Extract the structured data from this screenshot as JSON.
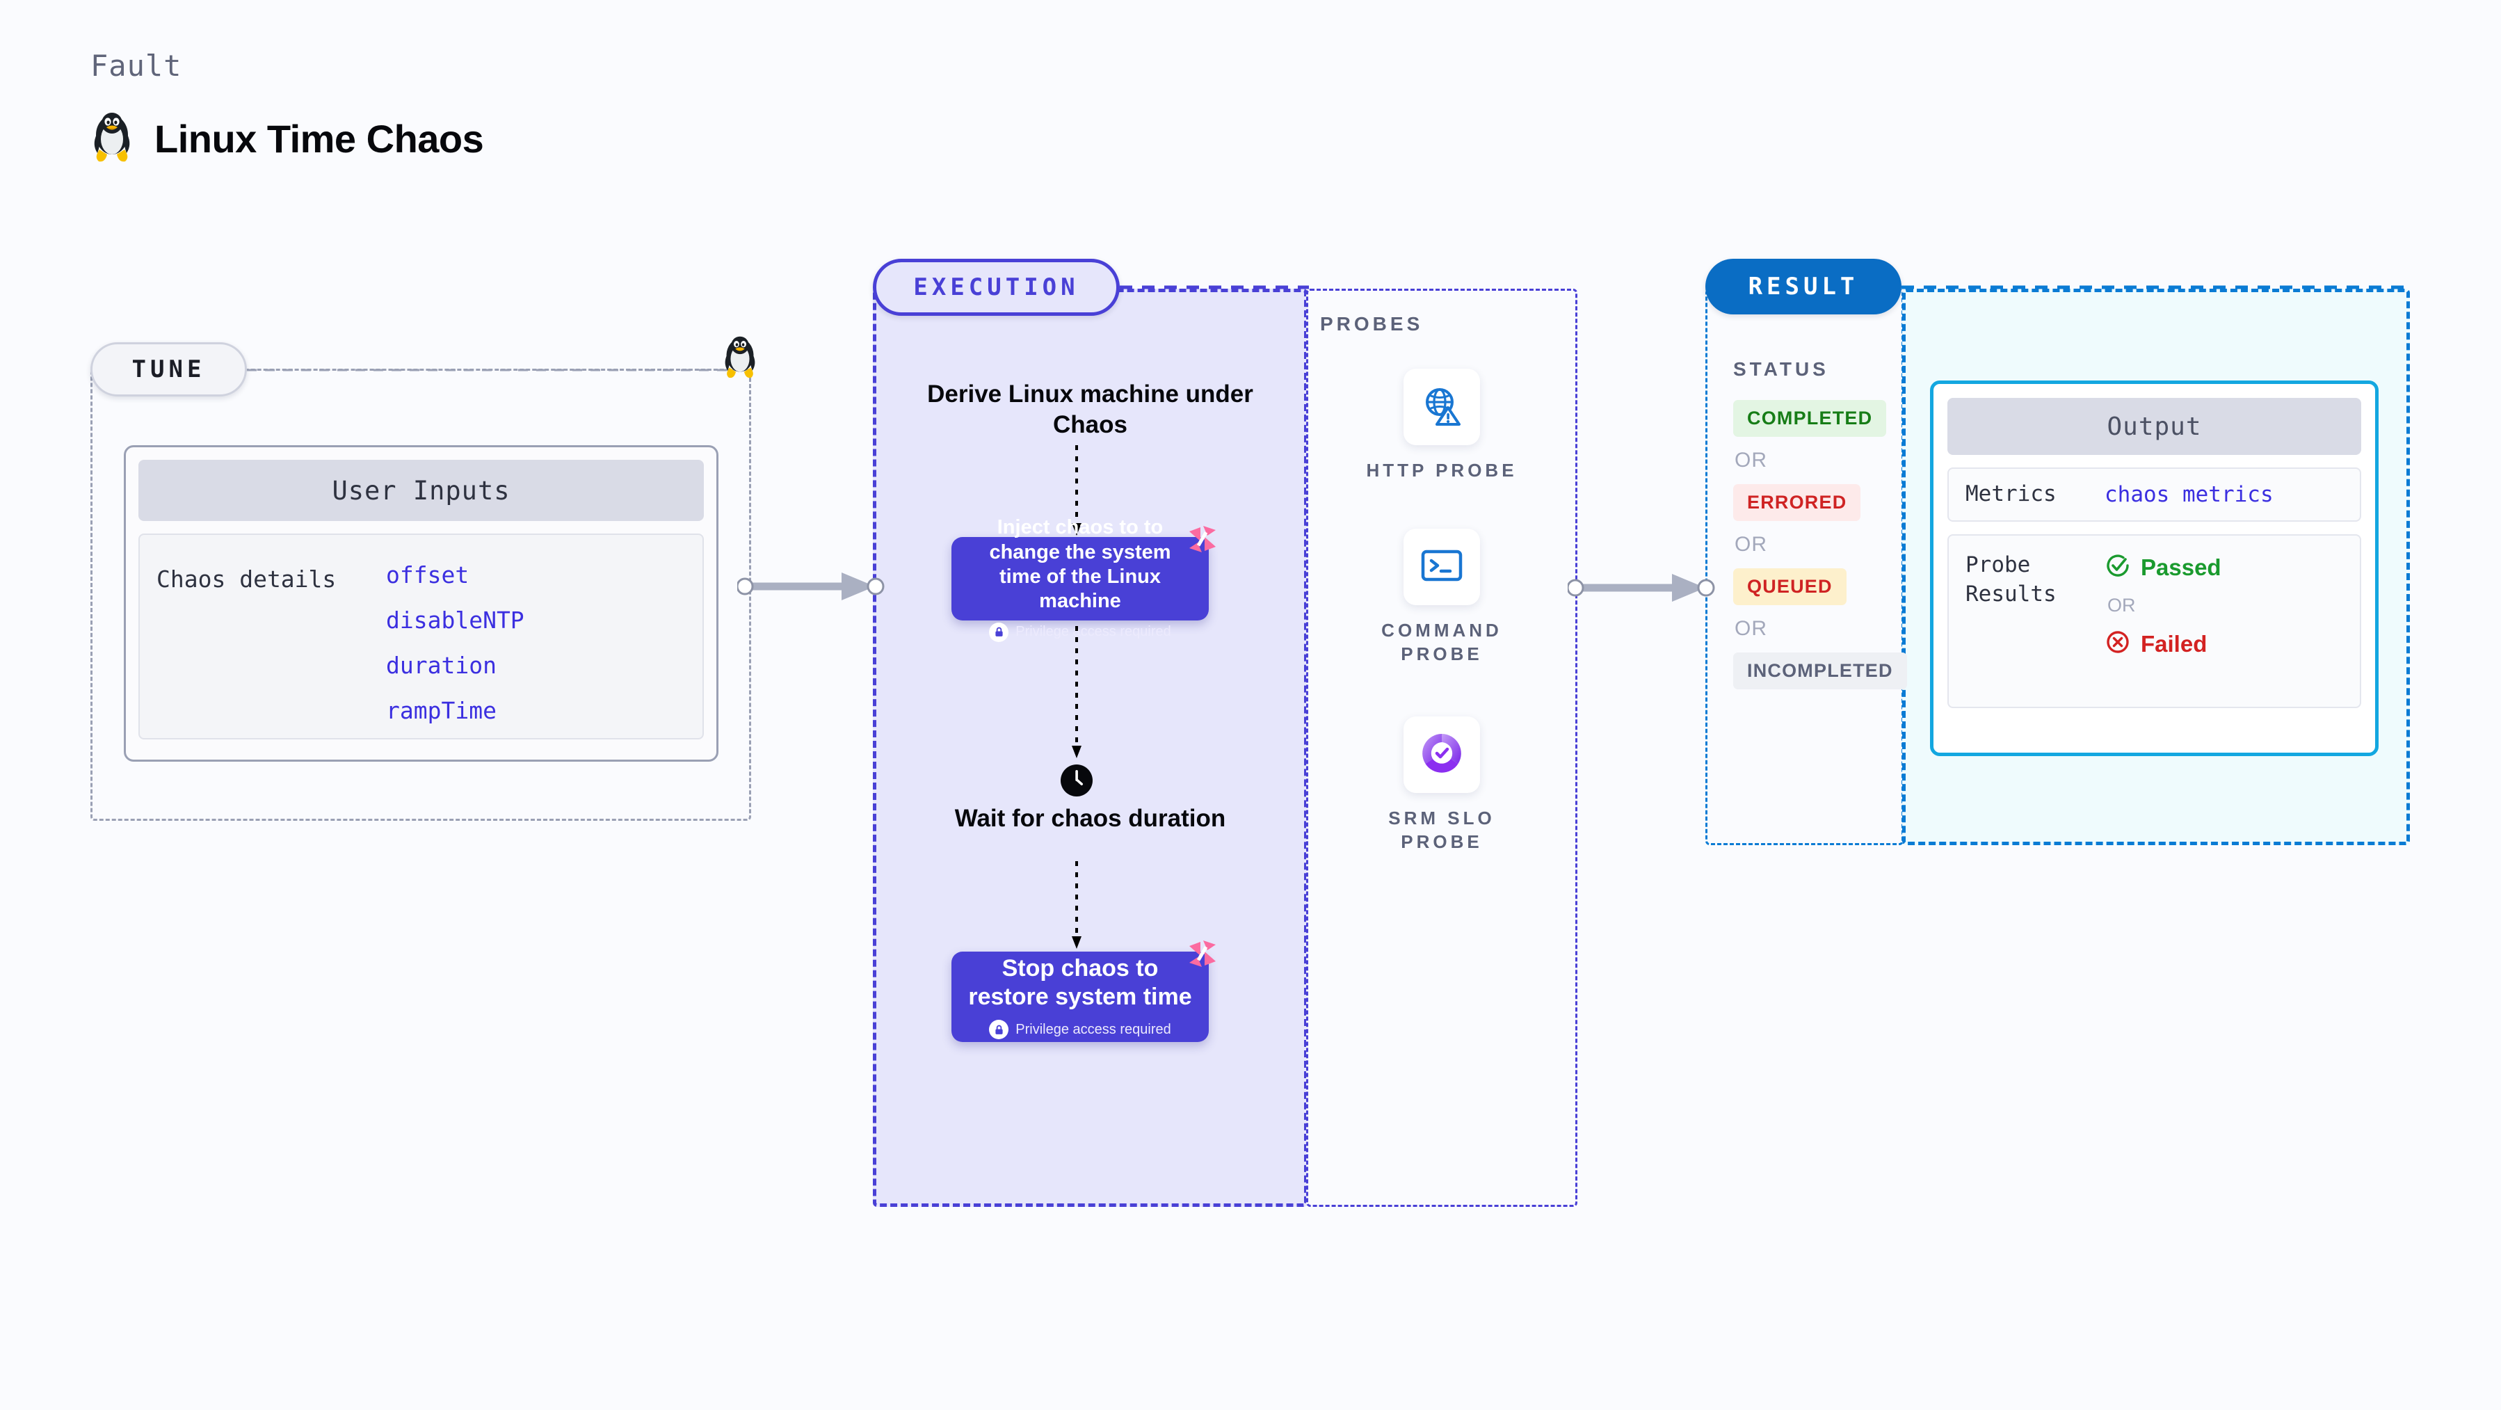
{
  "header": {
    "kicker": "Fault",
    "title": "Linux Time Chaos",
    "logo_icon": "tux-penguin-icon"
  },
  "tune": {
    "badge": "TUNE",
    "card_header": "User Inputs",
    "details_label": "Chaos details",
    "params": [
      "offset",
      "disableNTP",
      "duration",
      "rampTime"
    ]
  },
  "execution": {
    "badge": "EXECUTION",
    "step_title": "Derive Linux machine under Chaos",
    "inject_box": {
      "text": "Inject chaos to to change the system time of the Linux machine",
      "privilege_note": "Privilege access required",
      "lock_icon": "lock-icon",
      "corner_icon": "harness-logo-icon"
    },
    "wait_step": {
      "icon": "clock-icon",
      "label": "Wait for chaos duration"
    },
    "stop_box": {
      "text": "Stop chaos to restore system time",
      "privilege_note": "Privilege access required",
      "lock_icon": "lock-icon",
      "corner_icon": "harness-logo-icon"
    }
  },
  "probes": {
    "section_label": "PROBES",
    "items": [
      {
        "caption": "HTTP PROBE",
        "icon": "globe-warning-icon"
      },
      {
        "caption": "COMMAND PROBE",
        "icon": "terminal-icon"
      },
      {
        "caption": "SRM SLO PROBE",
        "icon": "slo-donut-check-icon"
      }
    ]
  },
  "result": {
    "badge": "RESULT",
    "status_label": "STATUS",
    "or_text": "OR",
    "statuses": [
      {
        "label": "COMPLETED",
        "bg": "#e3f5e3",
        "fg": "#177d17"
      },
      {
        "label": "ERRORED",
        "bg": "#fdeaea",
        "fg": "#cf2323"
      },
      {
        "label": "QUEUED",
        "bg": "#fdf0cc",
        "fg": "#cf2323"
      },
      {
        "label": "INCOMPLETED",
        "bg": "#eef0f4",
        "fg": "#5c6279"
      }
    ],
    "output": {
      "header": "Output",
      "metrics_key": "Metrics",
      "metrics_value": "chaos metrics",
      "probe_key": "Probe Results",
      "passed_label": "Passed",
      "failed_label": "Failed",
      "or_text": "OR",
      "passed_icon": "check-circle-icon",
      "failed_icon": "x-circle-icon"
    }
  },
  "colors": {
    "page_bg": "#fafbfe",
    "execution_accent": "#4940d6",
    "execution_fill": "#e6e6fb",
    "result_accent": "#0a6dc4",
    "output_accent": "#13a7e0",
    "output_fill": "#effbfd",
    "tune_dash": "#9aa0b4",
    "param_text": "#3b2fe0",
    "connector": "#aab0c2",
    "harness_pink": "#fb6ba0",
    "probe_blue": "#1976d2",
    "slo_purple": "#8b3ff0"
  }
}
